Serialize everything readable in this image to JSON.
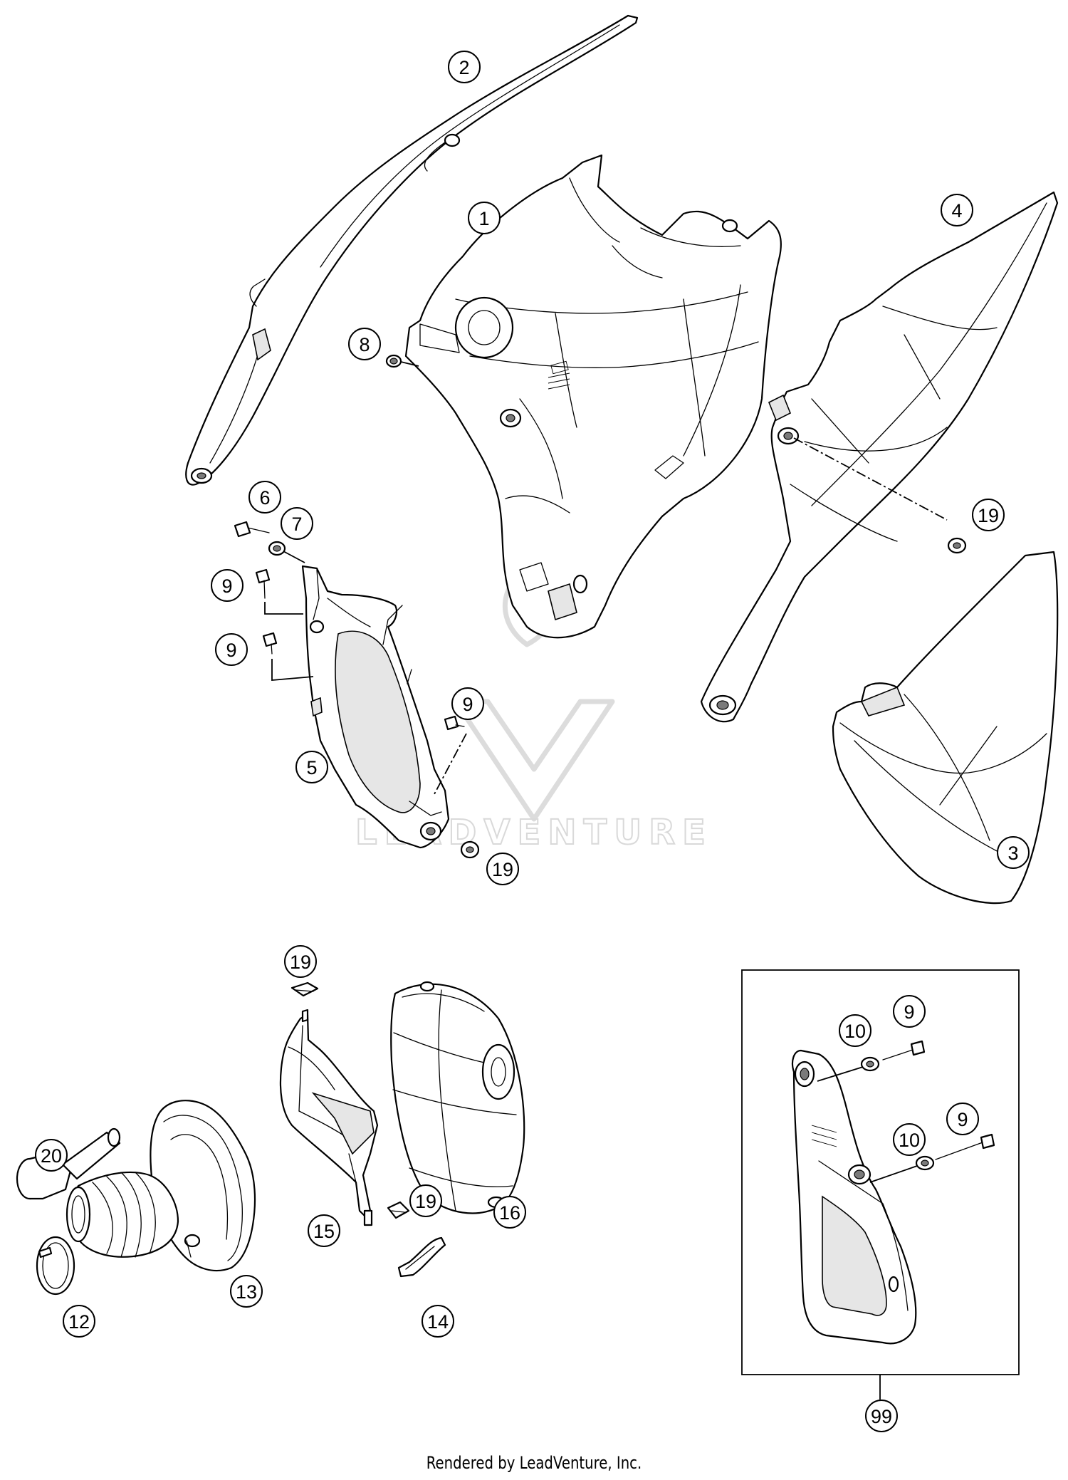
{
  "callouts": [
    {
      "label": "1"
    },
    {
      "label": "2"
    },
    {
      "label": "3"
    },
    {
      "label": "4"
    },
    {
      "label": "5"
    },
    {
      "label": "6"
    },
    {
      "label": "7"
    },
    {
      "label": "8"
    },
    {
      "label": "9"
    },
    {
      "label": "9"
    },
    {
      "label": "9"
    },
    {
      "label": "9"
    },
    {
      "label": "9"
    },
    {
      "label": "10"
    },
    {
      "label": "10"
    },
    {
      "label": "12"
    },
    {
      "label": "13"
    },
    {
      "label": "14"
    },
    {
      "label": "15"
    },
    {
      "label": "16"
    },
    {
      "label": "19"
    },
    {
      "label": "19"
    },
    {
      "label": "19"
    },
    {
      "label": "19"
    },
    {
      "label": "20"
    },
    {
      "label": "99"
    }
  ],
  "watermark": {
    "text": "LEADVENTURE"
  },
  "footer": {
    "text": "Rendered by LeadVenture, Inc."
  }
}
